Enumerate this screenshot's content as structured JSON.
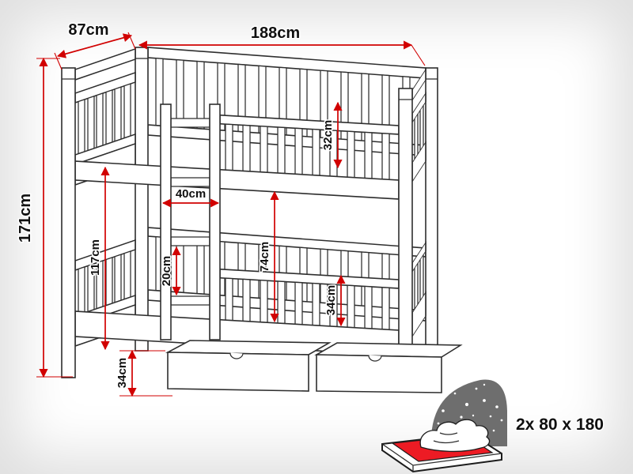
{
  "dimensions": {
    "depth": "87cm",
    "width": "188cm",
    "height": "171cm",
    "upper_guard_height": "32cm",
    "ladder_width": "40cm",
    "ladder_rung_spacing": "20cm",
    "bunk_clearance": "74cm",
    "side_inner_height": "117cm",
    "lower_guard_height": "34cm",
    "drawer_height": "34cm"
  },
  "mattress": {
    "label": "2x 80 x 180"
  },
  "colors": {
    "dimension_red": "#d10000",
    "outline_dark": "#2e2e2e",
    "mattress_red": "#ed1b24",
    "headboard_gray": "#6e6e6e",
    "star_white": "#ffffff"
  }
}
